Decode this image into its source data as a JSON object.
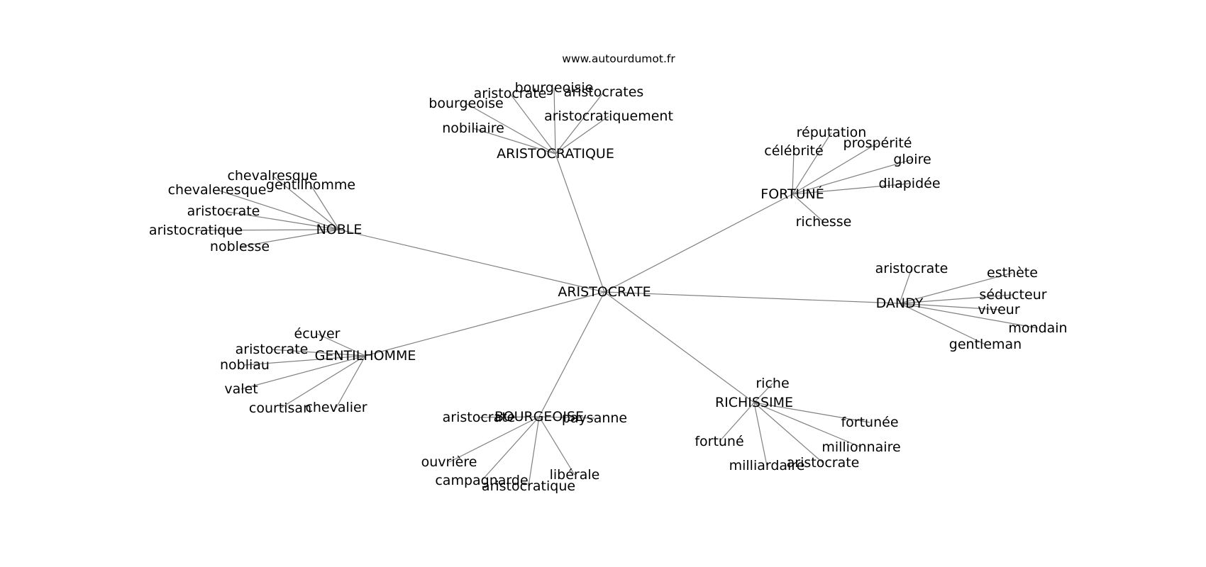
{
  "watermark": "www.autourdumot.fr",
  "center": "ARISTOCRATE",
  "clusters": [
    {
      "hub": "ARISTOCRATIQUE",
      "leaves": [
        "bourgeoisie",
        "aristocrate",
        "aristocrates",
        "bourgeoise",
        "aristocratiquement",
        "nobiliaire"
      ]
    },
    {
      "hub": "NOBLE",
      "leaves": [
        "chevalresque",
        "chevaleresque",
        "gentilhomme",
        "aristocrate",
        "aristocratique",
        "noblesse"
      ]
    },
    {
      "hub": "FORTUNÉ",
      "leaves": [
        "réputation",
        "célébrité",
        "prospérité",
        "gloire",
        "dilapidée",
        "richesse"
      ]
    },
    {
      "hub": "DANDY",
      "leaves": [
        "aristocrate",
        "esthète",
        "séducteur",
        "viveur",
        "mondain",
        "gentleman"
      ]
    },
    {
      "hub": "GENTILHOMME",
      "leaves": [
        "écuyer",
        "aristocrate",
        "nobliau",
        "valet",
        "courtisan",
        "chevalier"
      ]
    },
    {
      "hub": "BOURGEOISE",
      "leaves": [
        "aristocrate",
        "paysanne",
        "ouvrière",
        "campagnarde",
        "aristocratique",
        "libérale"
      ]
    },
    {
      "hub": "RICHISSIME",
      "leaves": [
        "riche",
        "fortunée",
        "fortuné",
        "millionnaire",
        "milliardaire",
        "aristocrate"
      ]
    }
  ]
}
